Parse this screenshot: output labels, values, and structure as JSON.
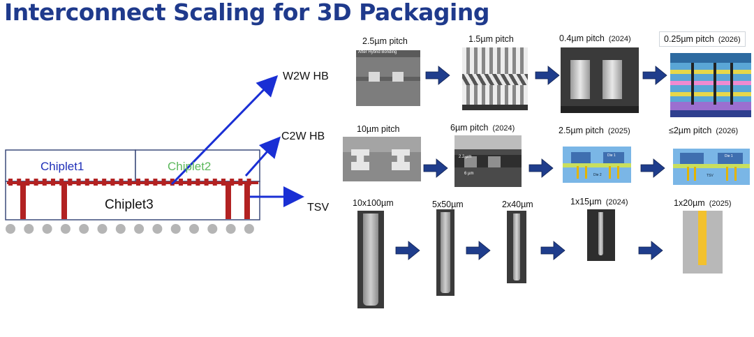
{
  "title": "Interconnect Scaling for 3D Packaging",
  "diagram": {
    "chiplet1": "Chiplet1",
    "chiplet2": "Chiplet2",
    "chiplet3": "Chiplet3",
    "w2w": "W2W HB",
    "c2w": "C2W HB",
    "tsv": "TSV"
  },
  "colors": {
    "title": "#1f3a8c",
    "chiplet1_text": "#1f2fb8",
    "chiplet2_text": "#5cb85c",
    "bump": "#b22222",
    "arrow": "#1a2fd4",
    "step_arrow": "#1f3d8c"
  },
  "rows": {
    "w2w": [
      {
        "label": "2.5µm pitch",
        "year": "",
        "caption": "After Hybrid Bonding"
      },
      {
        "label": "1.5µm pitch",
        "year": ""
      },
      {
        "label": "0.4µm pitch",
        "year": "(2024)"
      },
      {
        "label": "0.25µm pitch",
        "year": "(2026)"
      }
    ],
    "c2w": [
      {
        "label": "10µm pitch",
        "year": ""
      },
      {
        "label": "6µm pitch",
        "year": "(2024)",
        "dim1": "2.2 µm",
        "dim2": "6 µm"
      },
      {
        "label": "2.5µm pitch",
        "year": "(2025)",
        "die": "Die 1",
        "base": "Die 2"
      },
      {
        "label": "≤2µm pitch",
        "year": "(2026)",
        "die": "Die 1",
        "base": "TSV"
      }
    ],
    "tsv": [
      {
        "label": "10x100µm",
        "year": ""
      },
      {
        "label": "5x50µm",
        "year": ""
      },
      {
        "label": "2x40µm",
        "year": ""
      },
      {
        "label": "1x15µm",
        "year": "(2024)"
      },
      {
        "label": "1x20µm",
        "year": "(2025)"
      }
    ]
  }
}
